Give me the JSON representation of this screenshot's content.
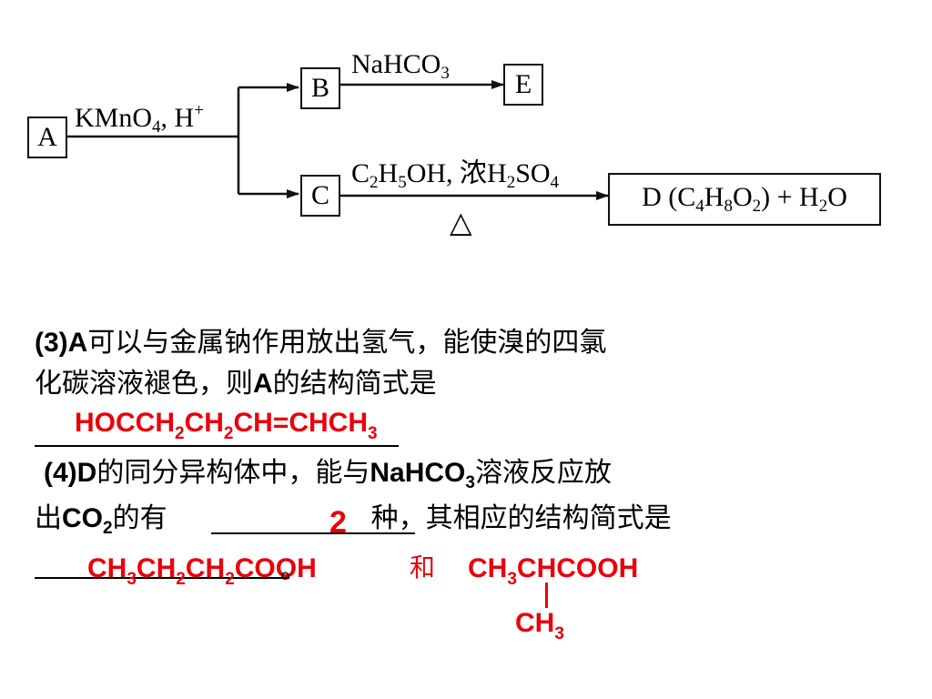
{
  "scheme": {
    "box_a": "A",
    "box_b": "B",
    "box_c": "C",
    "box_e": "E",
    "reagent_a_oxidation": [
      "KMnO",
      "4",
      ", H",
      "+"
    ],
    "reagent_b_to_e": [
      "NaHCO",
      "3"
    ],
    "reagent_c_to_d": [
      "C",
      "2",
      "H",
      "5",
      "OH, 浓H",
      "2",
      "SO",
      "4"
    ],
    "heat_symbol": "△",
    "product_d": [
      "D (C",
      "4",
      "H",
      "8",
      "O",
      "2",
      ")  +  H",
      "2",
      "O"
    ]
  },
  "question3": {
    "line1": [
      "(3)A",
      "可以与金属钠作用放出氢气，能使溴的四氯"
    ],
    "line2": [
      "化碳溶液褪色，则",
      "A",
      "的结构简式是"
    ],
    "answer": [
      "HOCCH",
      "2",
      "CH",
      "2",
      "CH=CHCH",
      "3"
    ]
  },
  "question4": {
    "line1": [
      "(4)D",
      "的同分异构体中，能与",
      "NaHCO",
      "3",
      "溶液反应放"
    ],
    "line2": [
      "出",
      "CO",
      "2",
      "的有",
      "种，其相应的结构简式是"
    ],
    "answer_count": "2",
    "answer_struct1": [
      "CH",
      "3",
      "CH",
      "2",
      "CH",
      "2",
      "COOH"
    ],
    "connector": "和",
    "answer_struct2": [
      "CH",
      "3",
      "CHCOOH"
    ],
    "branch": [
      "CH",
      "3"
    ],
    "trailing_mark": "。"
  },
  "colors": {
    "answer": "#e8000b",
    "text": "#000000"
  }
}
